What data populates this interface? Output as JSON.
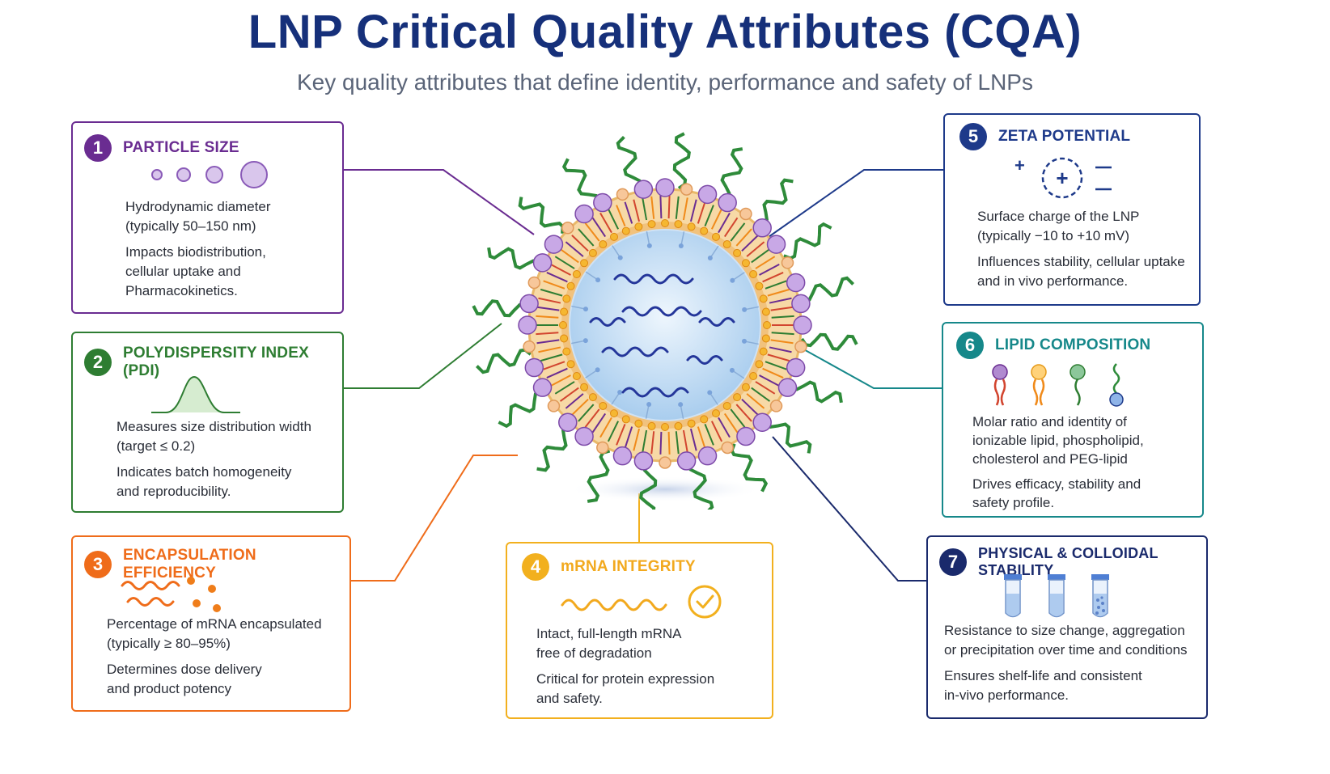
{
  "title": "LNP Critical Quality Attributes (CQA)",
  "subtitle": "Key quality attributes that define identity, performance and safety of LNPs",
  "colors": {
    "purple": "#6a2c91",
    "green": "#2e7d32",
    "orange": "#ef6c1a",
    "yellow": "#f2b01e",
    "navy": "#1e3a8a",
    "teal": "#16888a",
    "darknavy": "#1a2a6c"
  },
  "cards": [
    {
      "num": "1",
      "title": "PARTICLE SIZE",
      "line1": "Hydrodynamic diameter",
      "line2": "(typically 50–150 nm)",
      "line3": "Impacts biodistribution,",
      "line4": "cellular uptake and",
      "line5": "Pharmacokinetics."
    },
    {
      "num": "2",
      "title": "POLYDISPERSITY INDEX (PDI)",
      "line1": "Measures size distribution width",
      "line2": "(target ≤ 0.2)",
      "line3": "Indicates batch homogeneity",
      "line4": "and reproducibility."
    },
    {
      "num": "3",
      "title": "ENCAPSULATION EFFICIENCY",
      "line1": "Percentage of mRNA encapsulated",
      "line2": "(typically ≥ 80–95%)",
      "line3": "Determines dose delivery",
      "line4": "and product potency"
    },
    {
      "num": "4",
      "title": "mRNA INTEGRITY",
      "line1": "Intact, full-length mRNA",
      "line2": "free of degradation",
      "line3": "Critical for protein expression",
      "line4": "and safety."
    },
    {
      "num": "5",
      "title": "ZETA POTENTIAL",
      "line1": "Surface charge of the LNP",
      "line2": "(typically −10 to +10 mV)",
      "line3": "Influences stability, cellular uptake",
      "line4": "and in vivo performance."
    },
    {
      "num": "6",
      "title": "LIPID COMPOSITION",
      "line1": "Molar ratio and identity of",
      "line2": "ionizable lipid, phospholipid,",
      "line3": "cholesterol and PEG-lipid",
      "line4": "Drives efficacy, stability and",
      "line5": "safety profile."
    },
    {
      "num": "7",
      "title": "PHYSICAL & COLLOIDAL STABILITY",
      "line1": "Resistance to size change, aggregation",
      "line2": "or precipitation over time and conditions",
      "line3": "Ensures shelf-life and consistent",
      "line4": "in-vivo performance."
    }
  ],
  "icons": {
    "card1": "circles-size-icon",
    "card2": "bell-curve-icon",
    "card3": "mrna-and-dots-icon",
    "card4": "mrna-check-icon",
    "card5": "charge-icon",
    "card6": "lipid-types-icon",
    "card7": "vials-icon"
  },
  "zeta_symbols": {
    "plus": "+",
    "minus": "−"
  }
}
